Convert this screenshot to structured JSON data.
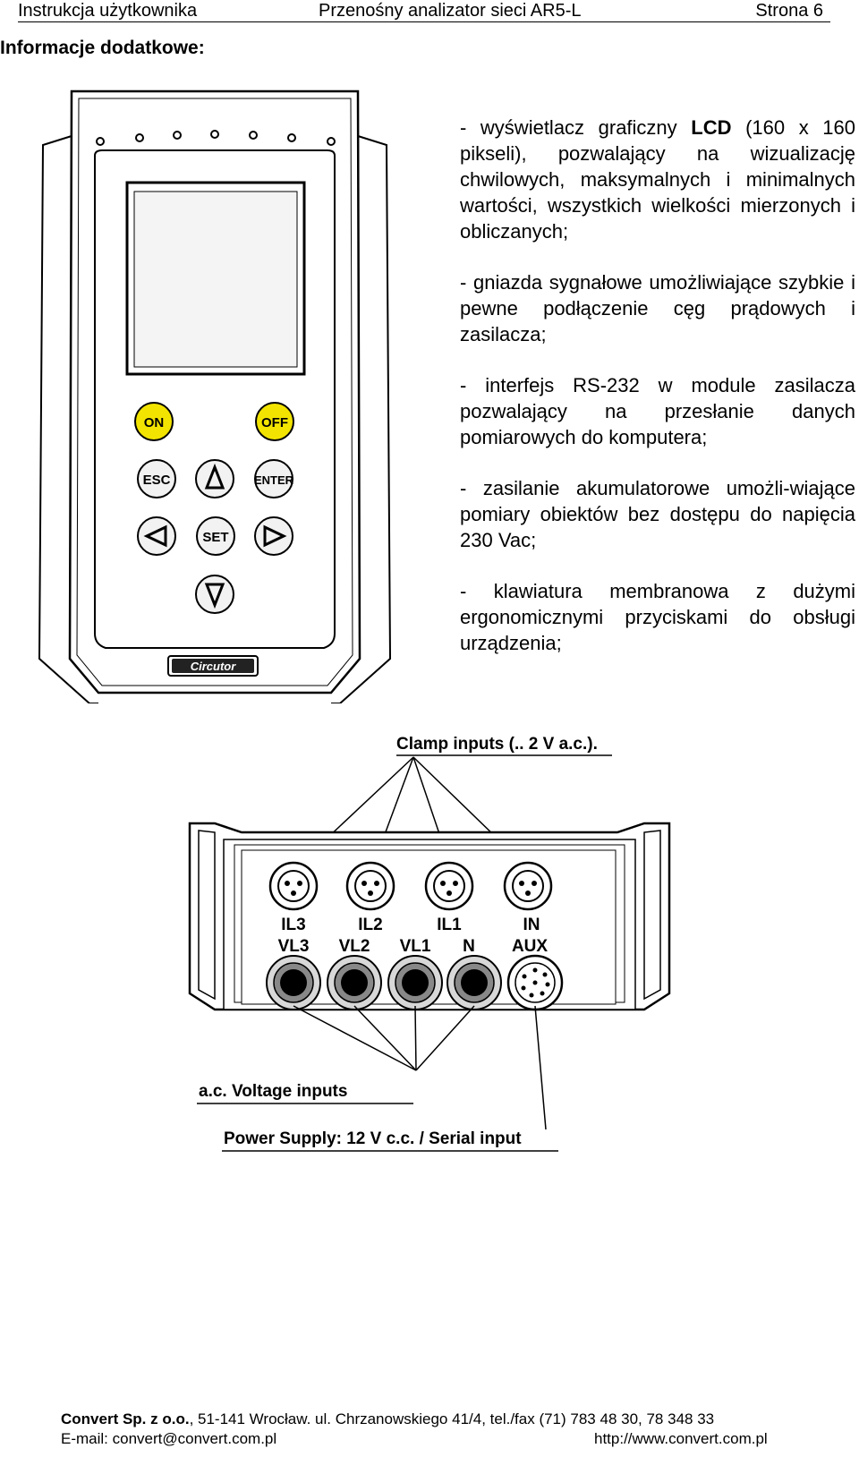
{
  "header": {
    "left": "Instrukcja użytkownika",
    "center": "Przenośny analizator sieci AR5-L",
    "right": "Strona  6"
  },
  "section_title": "Informacje dodatkowe:",
  "bullets": [
    {
      "pre": "- wyświetlacz graficzny ",
      "bold": "LCD",
      "post": " (160 x 160 pikseli), pozwalający na wizualizację chwilowych, maksymalnych i minimalnych wartości, wszystkich wielkości mierzonych i obliczanych;"
    },
    {
      "pre": "- gniazda sygnałowe umożliwiające szybkie i pewne podłączenie cęg prądowych i zasilacza;",
      "bold": "",
      "post": ""
    },
    {
      "pre": "- interfejs RS-232 w module zasilacza pozwalający na przesłanie danych pomiarowych do komputera;",
      "bold": "",
      "post": ""
    },
    {
      "pre": "- zasilanie akumulatorowe umożli-wiające pomiary obiektów bez dostępu do napięcia 230 Vac;",
      "bold": "",
      "post": ""
    },
    {
      "pre": "- klawiatura membranowa z dużymi ergonomicznymi przyciskami do obsługi urządzenia;",
      "bold": "",
      "post": ""
    }
  ],
  "device": {
    "keys": {
      "on": "ON",
      "off": "OFF",
      "esc": "ESC",
      "enter": "ENTER",
      "set": "SET"
    },
    "logo": "Circutor",
    "colors": {
      "power_keys": "#f2e400",
      "keys": "#f2f2f2",
      "lcd": "#f4f4f4"
    }
  },
  "connector_panel": {
    "clamp_label": "Clamp inputs (.. 2 V a.c.).",
    "clamp_inputs": [
      "IL3",
      "IL2",
      "IL1",
      "IN"
    ],
    "voltage_inputs": [
      "VL3",
      "VL2",
      "VL1",
      "N",
      "AUX"
    ],
    "voltage_label": "a.c. Voltage inputs",
    "power_label": "Power Supply:  12 V c.c. /  Serial input"
  },
  "footer": {
    "company_bold": "Convert Sp. z o.o.",
    "address": ", 51-141 Wrocław. ul. Chrzanowskiego 41/4, tel./fax (71) 783 48 30, 78 348 33",
    "email": "E-mail: convert@convert.com.pl",
    "www": "http://www.convert.com.pl"
  }
}
